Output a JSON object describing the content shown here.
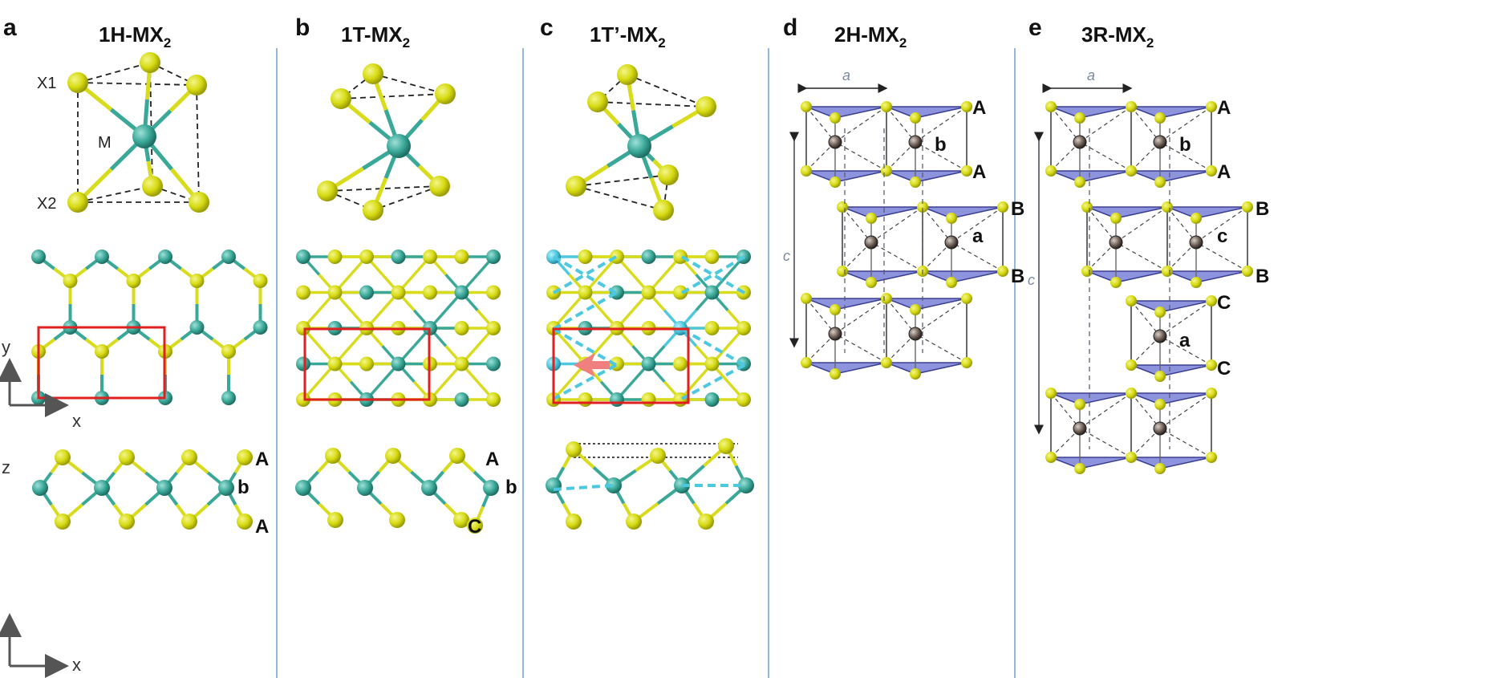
{
  "panels": [
    {
      "letter": "a",
      "title": "1H-MX",
      "title_sub": "2"
    },
    {
      "letter": "b",
      "title": "1T-MX",
      "title_sub": "2"
    },
    {
      "letter": "c",
      "title": "1T’-MX",
      "title_sub": "2"
    },
    {
      "letter": "d",
      "title": "2H-MX",
      "title_sub": "2"
    },
    {
      "letter": "e",
      "title": "3R-MX",
      "title_sub": "2"
    }
  ],
  "atom_labels": {
    "x1": "X1",
    "x2": "X2",
    "m": "M"
  },
  "axes": {
    "y": "y",
    "x_top": "x",
    "z": "z",
    "x_bottom": "x"
  },
  "stacking": {
    "a": [
      "A",
      "b",
      "A"
    ],
    "b": [
      "A",
      "b",
      "C"
    ],
    "d": [
      "A",
      "b",
      "A",
      "B",
      "a",
      "B"
    ],
    "e": [
      "A",
      "b",
      "A",
      "B",
      "c",
      "B",
      "C",
      "a",
      "C"
    ]
  },
  "lattice_params": {
    "a": "a",
    "c": "c"
  },
  "colors": {
    "metal": "#3aa898",
    "chalcogen": "#d8dc1c",
    "prism": "#7a80d8",
    "divider": "#6f9fd6",
    "unit_cell": "#e02020",
    "distortion": "#4cc8e0"
  }
}
